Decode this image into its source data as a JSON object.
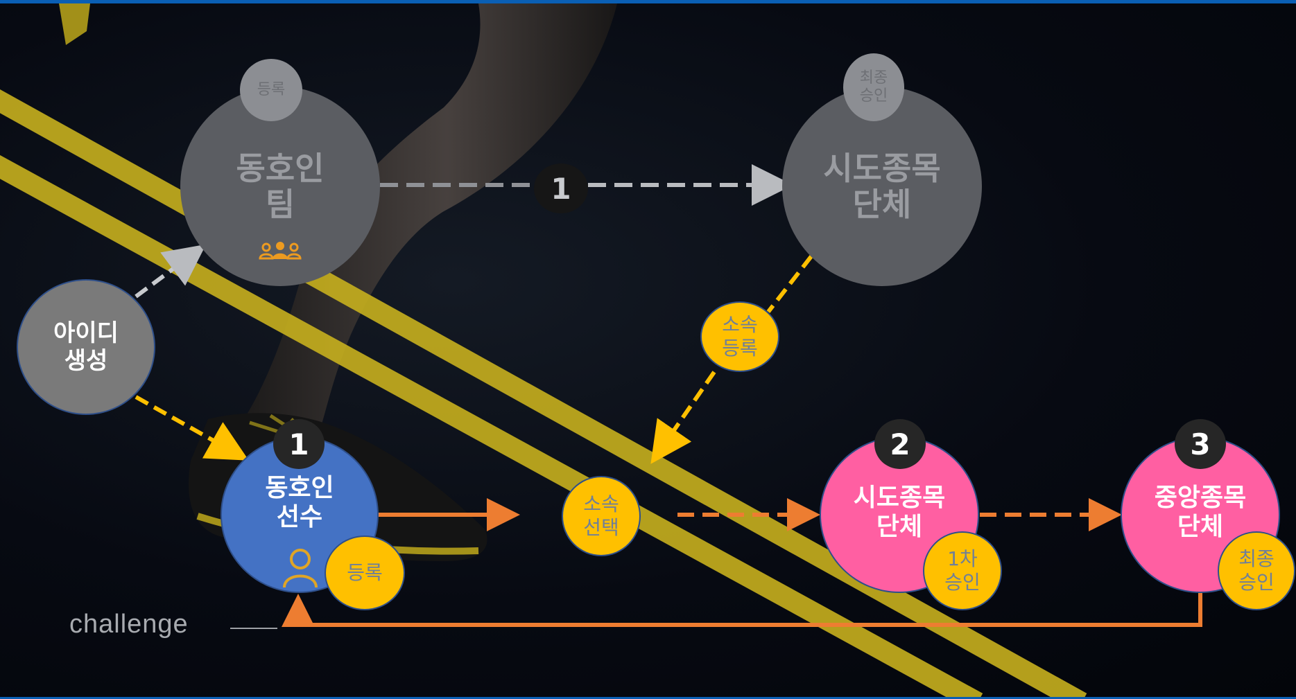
{
  "nodes": {
    "club_team": {
      "label": "동호인\n팀",
      "tag": "등록"
    },
    "sido_org_top": {
      "label": "시도종목\n단체",
      "tag": "최종\n승인"
    },
    "id_create": {
      "label": "아이디\n생성"
    },
    "player": {
      "label": "동호인\n선수",
      "badge": "1",
      "tag": "등록"
    },
    "sido_org": {
      "label": "시도종목\n단체",
      "badge": "2",
      "tag": "1차\n승인"
    },
    "central_org": {
      "label": "중앙종목\n단체",
      "badge": "3",
      "tag": "최종\n승인"
    }
  },
  "steps": {
    "top_step": "1",
    "affiliation_register": "소속\n등록",
    "affiliation_select": "소속\n선택"
  },
  "footer": {
    "text": "challenge"
  },
  "colors": {
    "accent_yellow": "#ffc000",
    "accent_orange": "#ed7d31",
    "player_blue": "#4472c4",
    "org_pink": "#ff5fa2",
    "frame_blue": "#0a5fb4"
  },
  "icons": {
    "team": "team-icon",
    "player": "person-icon"
  }
}
